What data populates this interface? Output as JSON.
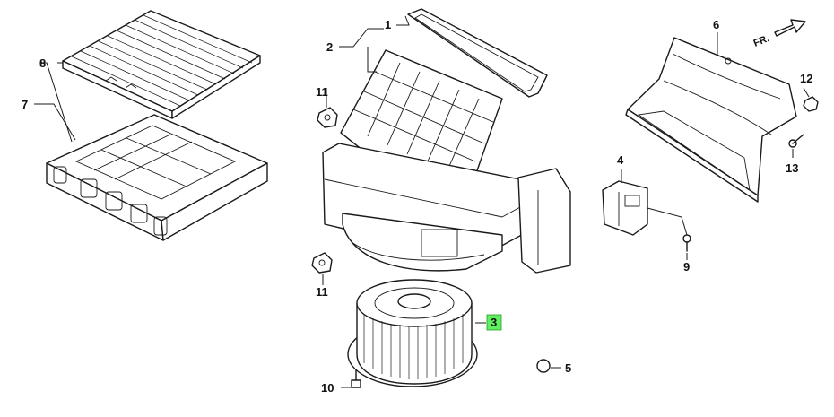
{
  "callouts": {
    "c1": "1",
    "c2": "2",
    "c3": "3",
    "c4": "4",
    "c5": "5",
    "c6": "6",
    "c7": "7",
    "c8": "8",
    "c9": "9",
    "c10": "10",
    "c11a": "11",
    "c11b": "11",
    "c12": "12",
    "c13": "13"
  },
  "direction_label": "FR.",
  "colors": {
    "line": "#1a1a1a",
    "highlight": "#5ef05e",
    "background": "#ffffff"
  },
  "highlighted_callout": "3"
}
